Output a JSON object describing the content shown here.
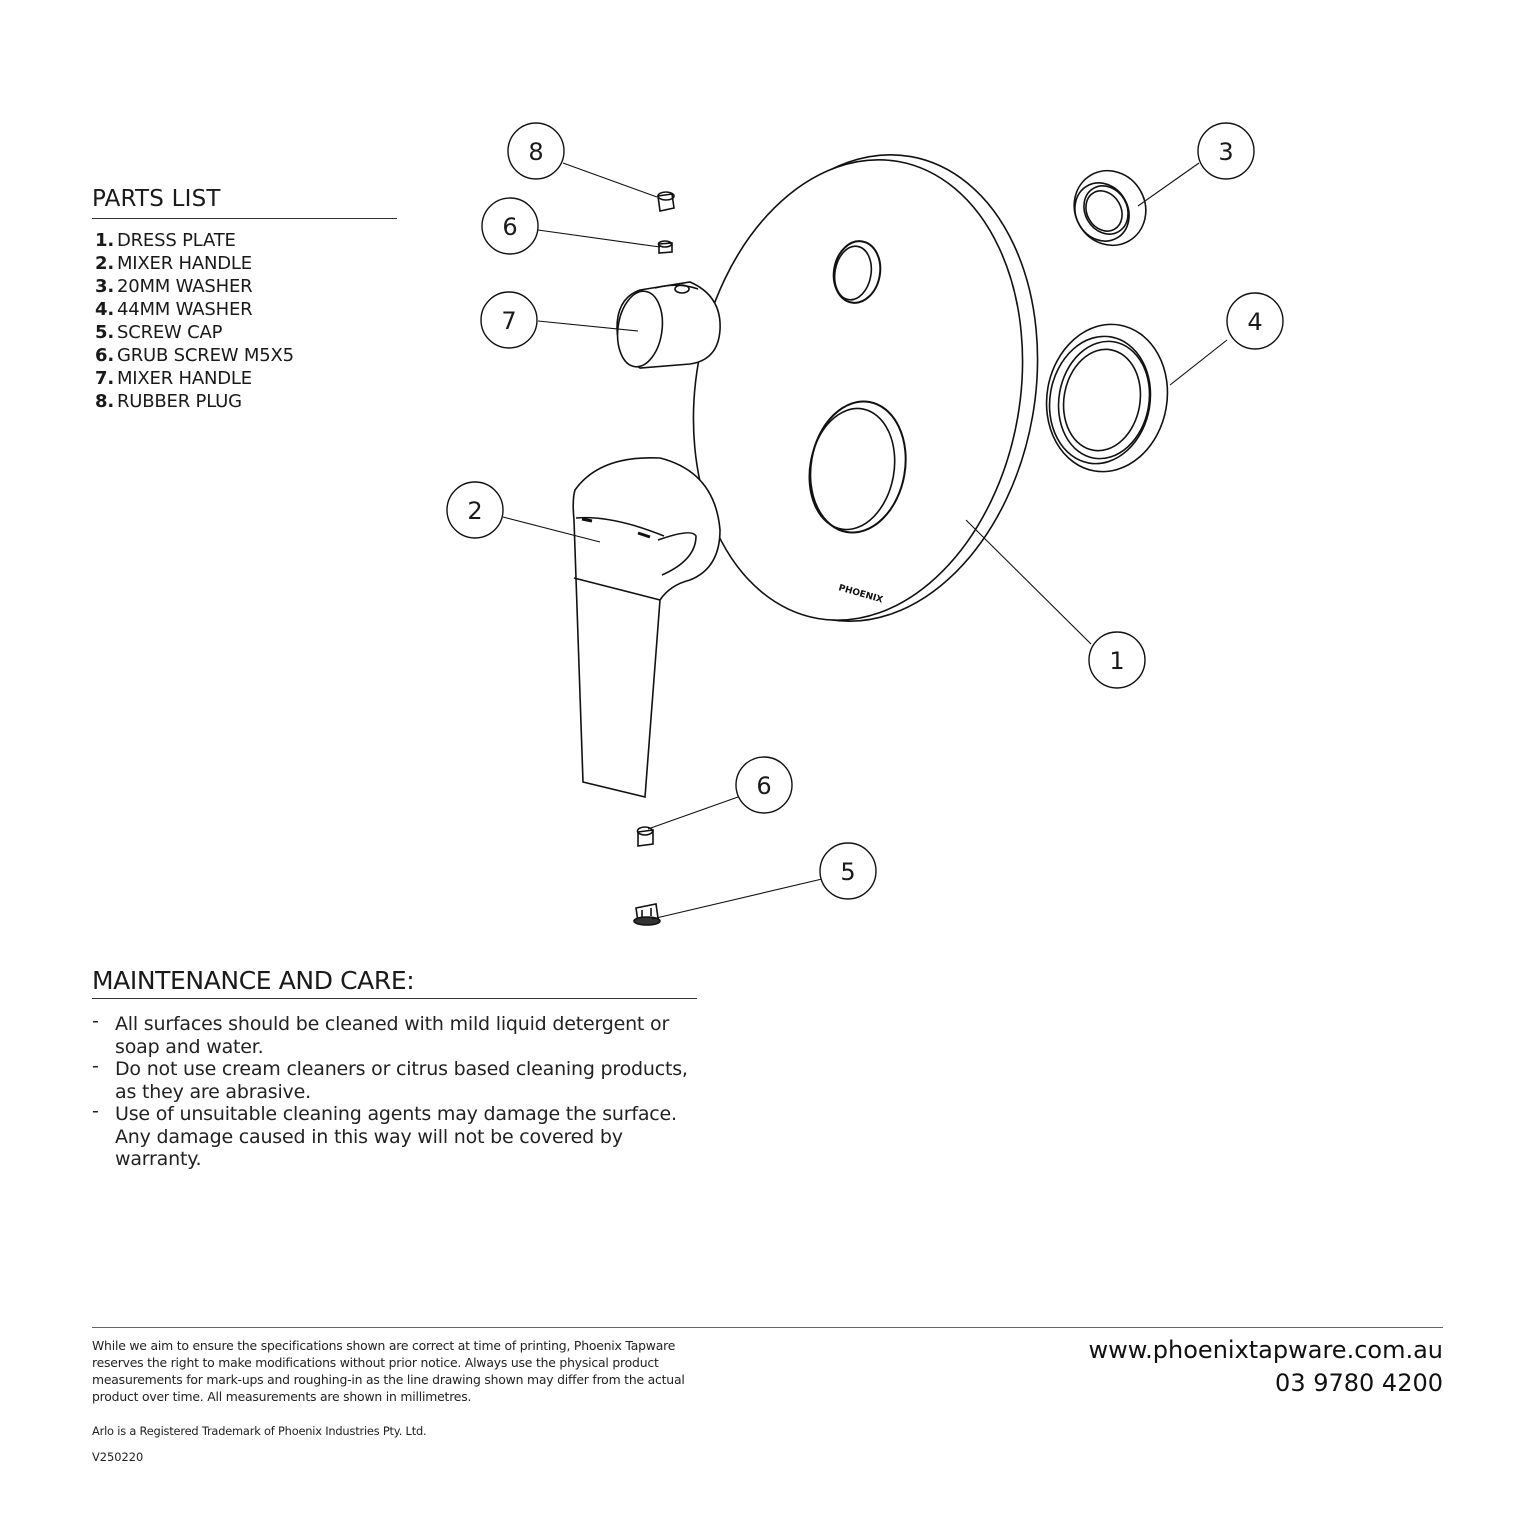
{
  "parts_list": {
    "title": "PARTS LIST",
    "items": [
      {
        "num": "1.",
        "label": "DRESS PLATE"
      },
      {
        "num": "2.",
        "label": "MIXER HANDLE"
      },
      {
        "num": "3.",
        "label": "20MM WASHER"
      },
      {
        "num": "4.",
        "label": "44MM WASHER"
      },
      {
        "num": "5.",
        "label": "SCREW CAP"
      },
      {
        "num": "6.",
        "label": "GRUB SCREW M5X5"
      },
      {
        "num": "7.",
        "label": "MIXER HANDLE"
      },
      {
        "num": "8.",
        "label": "RUBBER PLUG"
      }
    ]
  },
  "diagram": {
    "plate_brand": "PHOENIX",
    "callouts": [
      {
        "label": "8"
      },
      {
        "label": "6"
      },
      {
        "label": "7"
      },
      {
        "label": "2"
      },
      {
        "label": "3"
      },
      {
        "label": "4"
      },
      {
        "label": "1"
      },
      {
        "label": "6"
      },
      {
        "label": "5"
      }
    ]
  },
  "maintenance": {
    "title": "MAINTENANCE AND CARE:",
    "dash": "-",
    "items": [
      "All surfaces should be cleaned with mild liquid detergent or soap and water.",
      "Do not use cream cleaners or citrus based cleaning products, as they are abrasive.",
      "Use of unsuitable cleaning agents may damage the surface. Any damage caused in this way will not be covered by warranty."
    ]
  },
  "footer": {
    "disclaimer": "While we aim to ensure the specifications shown are correct at time of printing, Phoenix Tapware reserves the right to make modifications without prior notice. Always use the physical product measurements for mark-ups and roughing-in as the line drawing shown may differ from the actual product over time. All measurements are shown in millimetres.",
    "trademark": "Arlo is a Registered Trademark of Phoenix Industries Pty. Ltd.",
    "version": "V250220",
    "website": "www.phoenixtapware.com.au",
    "phone": "03 9780 4200"
  }
}
